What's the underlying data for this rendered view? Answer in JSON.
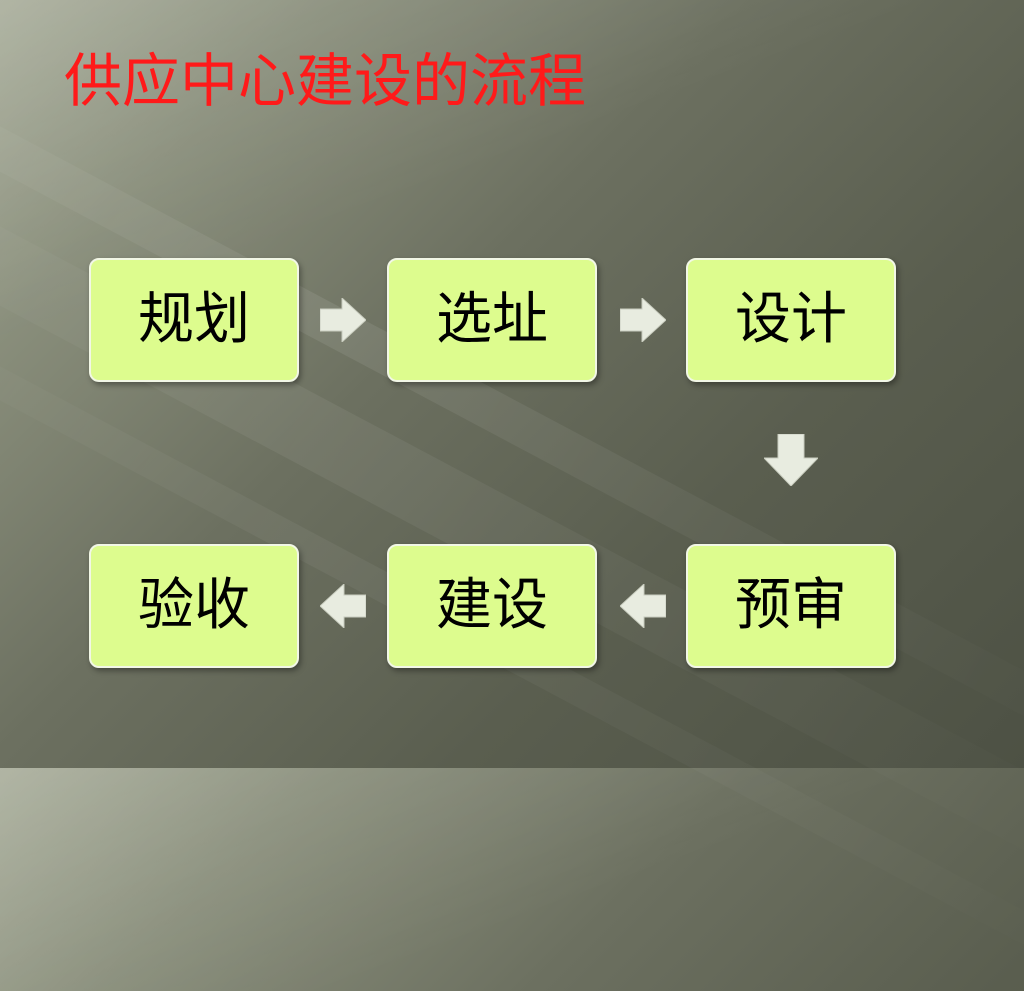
{
  "title": "供应中心建设的流程",
  "steps": [
    {
      "label": "规划"
    },
    {
      "label": "选址"
    },
    {
      "label": "设计"
    },
    {
      "label": "预审"
    },
    {
      "label": "建设"
    },
    {
      "label": "验收"
    }
  ],
  "colors": {
    "title": "#ff1a1a",
    "box_fill": "#ddfc8e",
    "box_border": "#f2f7e6",
    "arrow_fill": "#e8ece0",
    "background_light": "#a8ad9a",
    "background_dark": "#4d5144"
  },
  "arrows": [
    {
      "direction": "right",
      "icon": "arrow-right-icon"
    },
    {
      "direction": "right",
      "icon": "arrow-right-icon"
    },
    {
      "direction": "down",
      "icon": "arrow-down-icon"
    },
    {
      "direction": "left",
      "icon": "arrow-left-icon"
    },
    {
      "direction": "left",
      "icon": "arrow-left-icon"
    }
  ]
}
